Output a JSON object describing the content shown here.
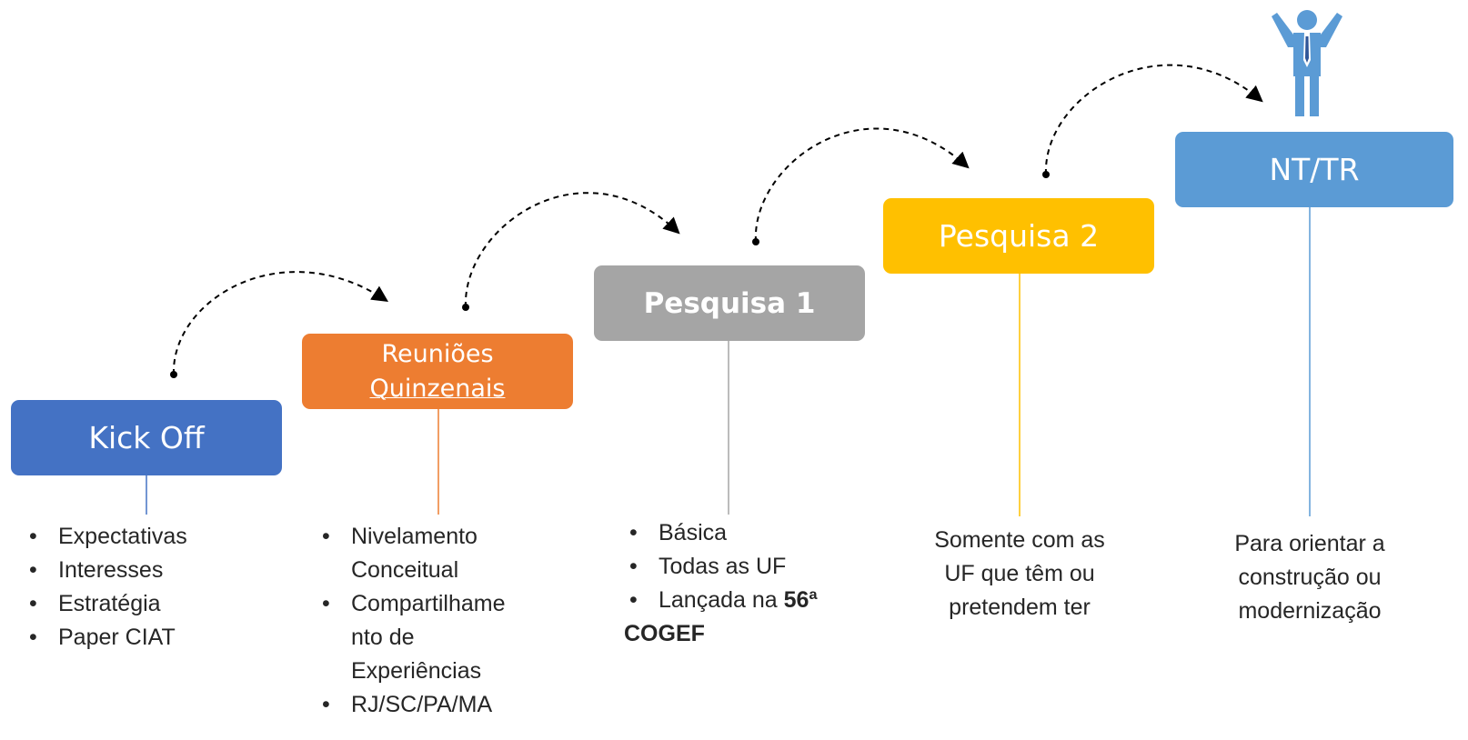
{
  "colors": {
    "kickoff": "#4472C4",
    "reunioes": "#ED7D31",
    "pesquisa1": "#A5A5A5",
    "pesquisa2": "#FFC000",
    "nttr": "#5B9BD5",
    "person": "#5B9BD5",
    "arrow": "#000000"
  },
  "icons": {
    "person": "person-arms-raised-icon"
  },
  "steps": [
    {
      "title_lines": [
        "Kick Off"
      ]
    },
    {
      "title_lines": [
        "Reuniões",
        "Quinzenais"
      ]
    },
    {
      "title_lines": [
        "Pesquisa 1"
      ]
    },
    {
      "title_lines": [
        "Pesquisa 2"
      ]
    },
    {
      "title_lines": [
        "NT/TR"
      ]
    }
  ],
  "kickoff_items": [
    "Expectativas",
    "Interesses",
    "Estratégia",
    "Paper CIAT"
  ],
  "reunioes_items": [
    {
      "lines": [
        "Nivelamento",
        "Conceitual"
      ]
    },
    {
      "lines": [
        "Compartilhame",
        "nto de",
        "Experiências"
      ]
    },
    {
      "lines": [
        "RJ/SC/PA/MA"
      ]
    }
  ],
  "pesquisa1_items": [
    {
      "text": "Básica"
    },
    {
      "text": "Todas as UF"
    },
    {
      "text": "Lançada na ",
      "bold_text": "56ª",
      "bold_line2": "COGEF"
    }
  ],
  "pesquisa2_note_lines": [
    "Somente com as",
    "UF que têm ou",
    "pretendem ter"
  ],
  "nttr_note_lines": [
    "Para orientar a",
    "construção ou",
    "modernização"
  ]
}
